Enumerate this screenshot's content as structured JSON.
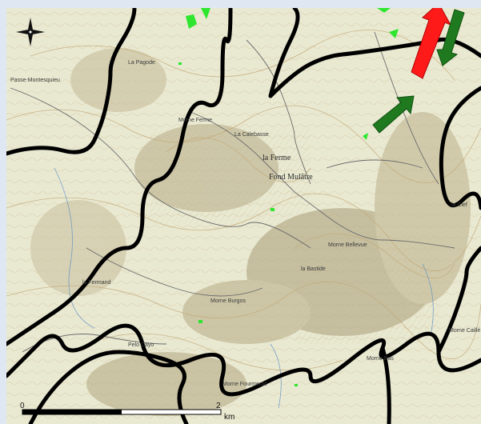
{
  "map": {
    "places": [
      {
        "id": "passe-montesquieu",
        "name": "Passe-Montesquieu"
      },
      {
        "id": "la-pagode",
        "name": "La Pagode"
      },
      {
        "id": "morne-ferme",
        "name": "Morne Ferme"
      },
      {
        "id": "la-calebasse",
        "name": "La Calebasse"
      },
      {
        "id": "la-ferme",
        "name": "la Ferme"
      },
      {
        "id": "fond-mulatre",
        "name": "Fond Mulâtre"
      },
      {
        "id": "morne-bellevue",
        "name": "Morne Bellevue"
      },
      {
        "id": "la-bastide",
        "name": "la Bastide"
      },
      {
        "id": "la-fermand",
        "name": "la Fermand"
      },
      {
        "id": "morne-burgos",
        "name": "Morne Burgos"
      },
      {
        "id": "morne-fourmeroc",
        "name": "Morne Fourmeroc"
      },
      {
        "id": "morne-bas",
        "name": "Morne Bas"
      },
      {
        "id": "la-clef",
        "name": "la Clef"
      },
      {
        "id": "morne-caille",
        "name": "Morne Caillé"
      },
      {
        "id": "pelo-cayo",
        "name": "Pelo Cayo"
      }
    ],
    "scale": {
      "start": "0",
      "end": "2",
      "unit": "km"
    },
    "colors": {
      "paper": "#e9e9d2",
      "boundary": "#000000",
      "arrow_red": "#ff1a1a",
      "arrow_green": "#1f7a1f",
      "vegetation": "#2ee62e"
    },
    "icons": {
      "compass": "north-arrow-compass-icon"
    }
  }
}
